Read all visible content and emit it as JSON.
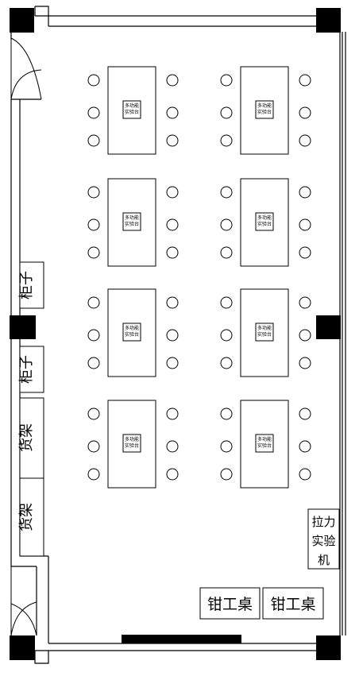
{
  "labels": {
    "cabinet": "柜子",
    "shelf": "货架",
    "tensile_machine": [
      "拉力",
      "实验",
      "机"
    ],
    "workbench": "钳工桌",
    "bench_tag": [
      "多功能",
      "实验台"
    ]
  },
  "layout": {
    "bench_rows": 4,
    "bench_columns": 2,
    "stools_per_side": 3
  }
}
